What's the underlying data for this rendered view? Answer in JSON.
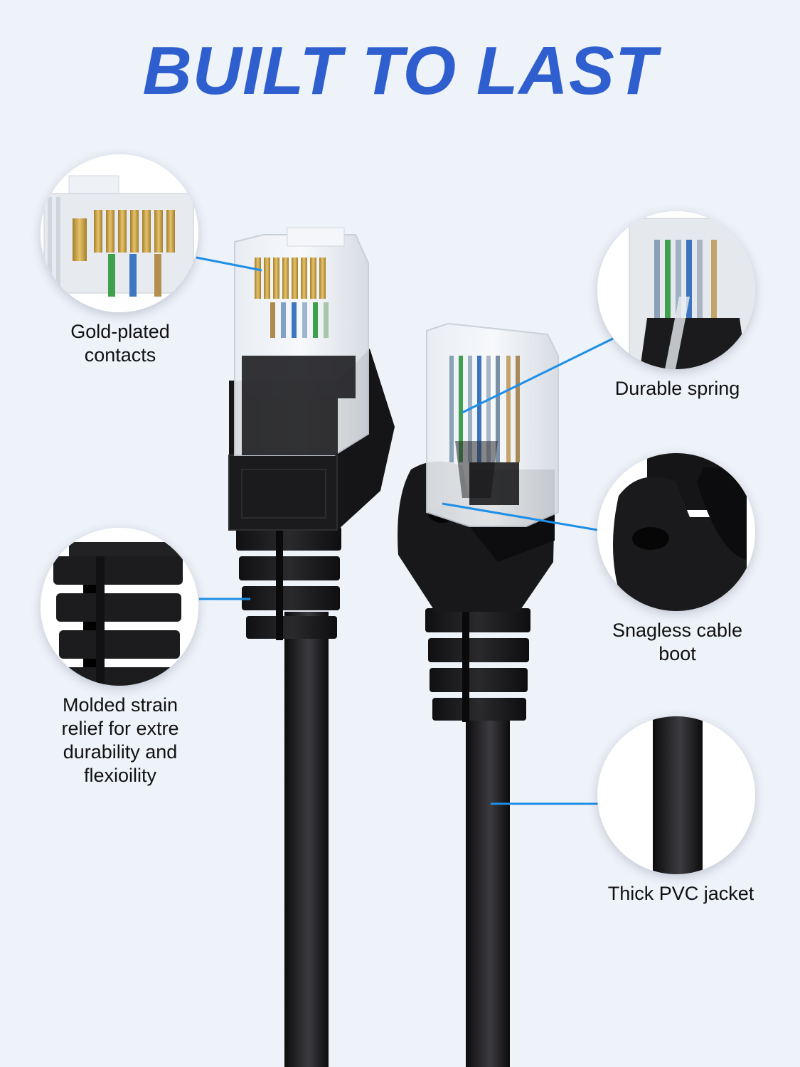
{
  "title": "BUILT TO LAST",
  "colors": {
    "title": "#2f5fcf",
    "leader_line": "#1e8fe6",
    "background": "#eef2f9",
    "plug_black": "#1a1a1c",
    "contact_gold": "#c9a24a"
  },
  "callouts": [
    {
      "id": "gold-contacts",
      "side": "left",
      "label": "Gold-plated\ncontacts",
      "lines": [
        "Gold-plated",
        "contacts"
      ],
      "icon": "rj45-contacts-closeup"
    },
    {
      "id": "strain-relief",
      "side": "left",
      "label": "Molded strain relief for extre durability and flexioility",
      "lines": [
        "Molded strain",
        "relief for extre",
        "durability and",
        "flexioility"
      ],
      "icon": "strain-relief-closeup"
    },
    {
      "id": "durable-spring",
      "side": "right",
      "label": "Durable spring",
      "lines": [
        "Durable spring"
      ],
      "icon": "spring-clip-closeup"
    },
    {
      "id": "snagless-boot",
      "side": "right",
      "label": "Snagless cable boot",
      "lines": [
        "Snagless cable",
        "boot"
      ],
      "icon": "snagless-boot-closeup"
    },
    {
      "id": "pvc-jacket",
      "side": "right",
      "label": "Thick PVC jacket",
      "lines": [
        "Thick PVC jacket"
      ],
      "icon": "cable-jacket-closeup"
    }
  ]
}
